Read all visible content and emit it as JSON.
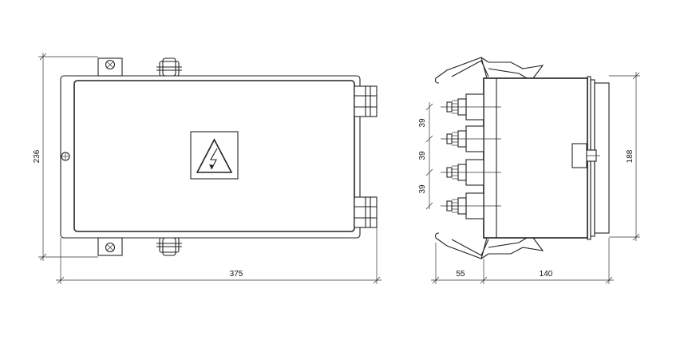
{
  "dimensions": {
    "front_height": "236",
    "front_width": "375",
    "side_height": "188",
    "side_depth_left": "55",
    "side_depth_right": "140",
    "terminal_spacing": [
      "39",
      "39",
      "39"
    ]
  },
  "icons": {
    "warning": "high-voltage-warning-icon"
  }
}
